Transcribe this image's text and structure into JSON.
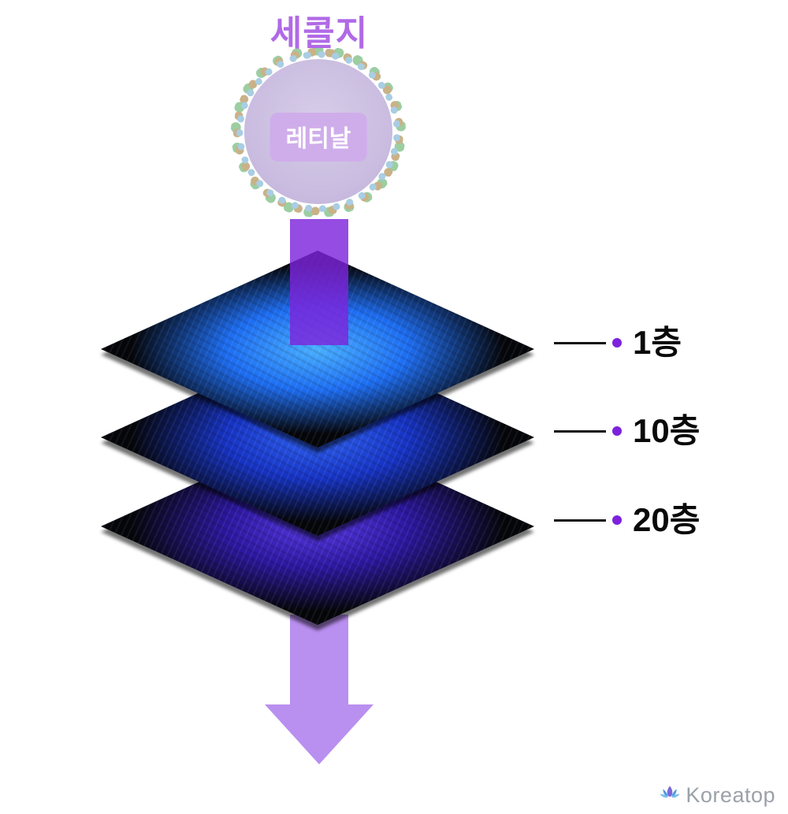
{
  "title": {
    "text": "세콜지",
    "color": "#b06ae6"
  },
  "capsule": {
    "label": "레티날",
    "pill_color": "#c9a2e8"
  },
  "layers": [
    {
      "label": "1층",
      "core": "#49b0ff",
      "mid": "#1d6df2"
    },
    {
      "label": "10층",
      "core": "#2f62ef",
      "mid": "#1633c4"
    },
    {
      "label": "20층",
      "core": "#5638e0",
      "mid": "#2c17a0"
    }
  ],
  "arrows": {
    "top_color": "rgba(124,36,220,0.82)",
    "bottom_color": "#b98ff0"
  },
  "callouts": {
    "dot_color": "#7c22dd"
  },
  "watermark": {
    "text": "Koreatop",
    "color": "#9ba1a8"
  }
}
